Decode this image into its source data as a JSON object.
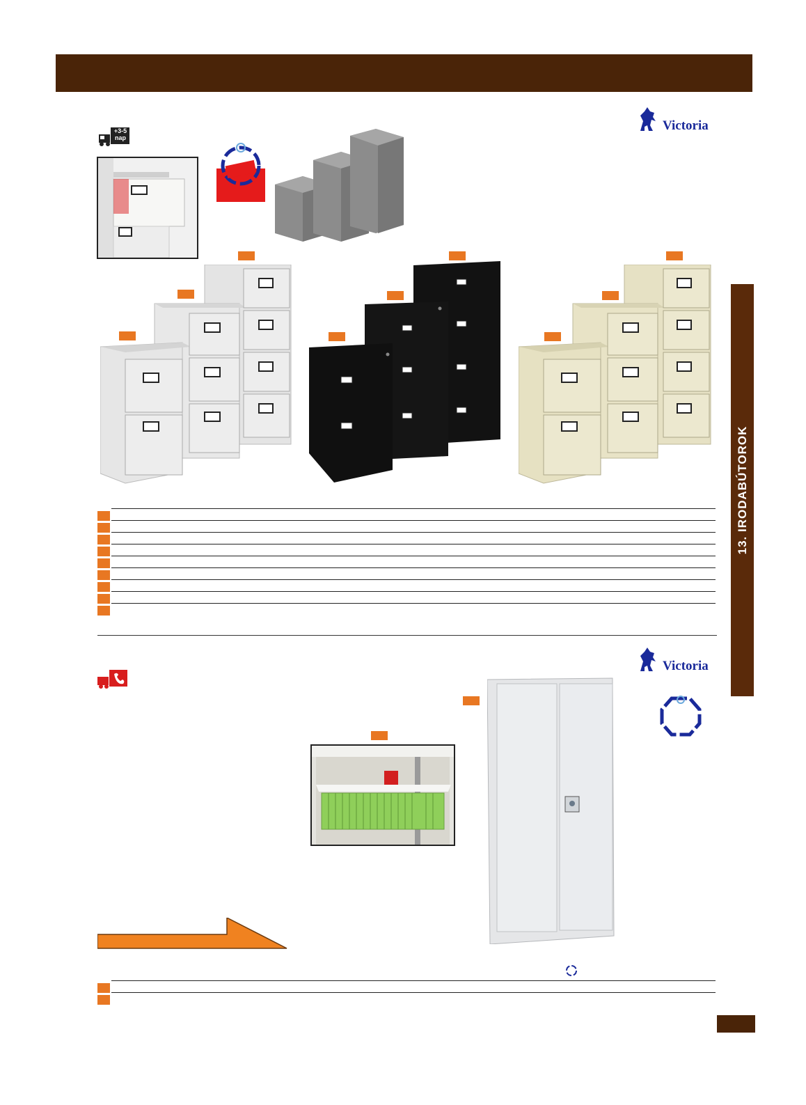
{
  "section": {
    "tab_label": "13. IRODABÚTOROK"
  },
  "brand": {
    "name": "Victoria"
  },
  "delivery": {
    "badge_text_top": "+3-5",
    "badge_text_bottom": "nap"
  },
  "colors": {
    "header": "#4a2408",
    "accent": "#e87722",
    "brand": "#1a2a9a",
    "cabinet_light": "#e6e6e6",
    "cabinet_beige": "#e5e0c2",
    "cabinet_black": "#111111"
  },
  "icons": [
    "truck-icon",
    "phone-truck-icon",
    "horse-logo-icon",
    "recycle-seal-icon",
    "arrow-icon"
  ]
}
